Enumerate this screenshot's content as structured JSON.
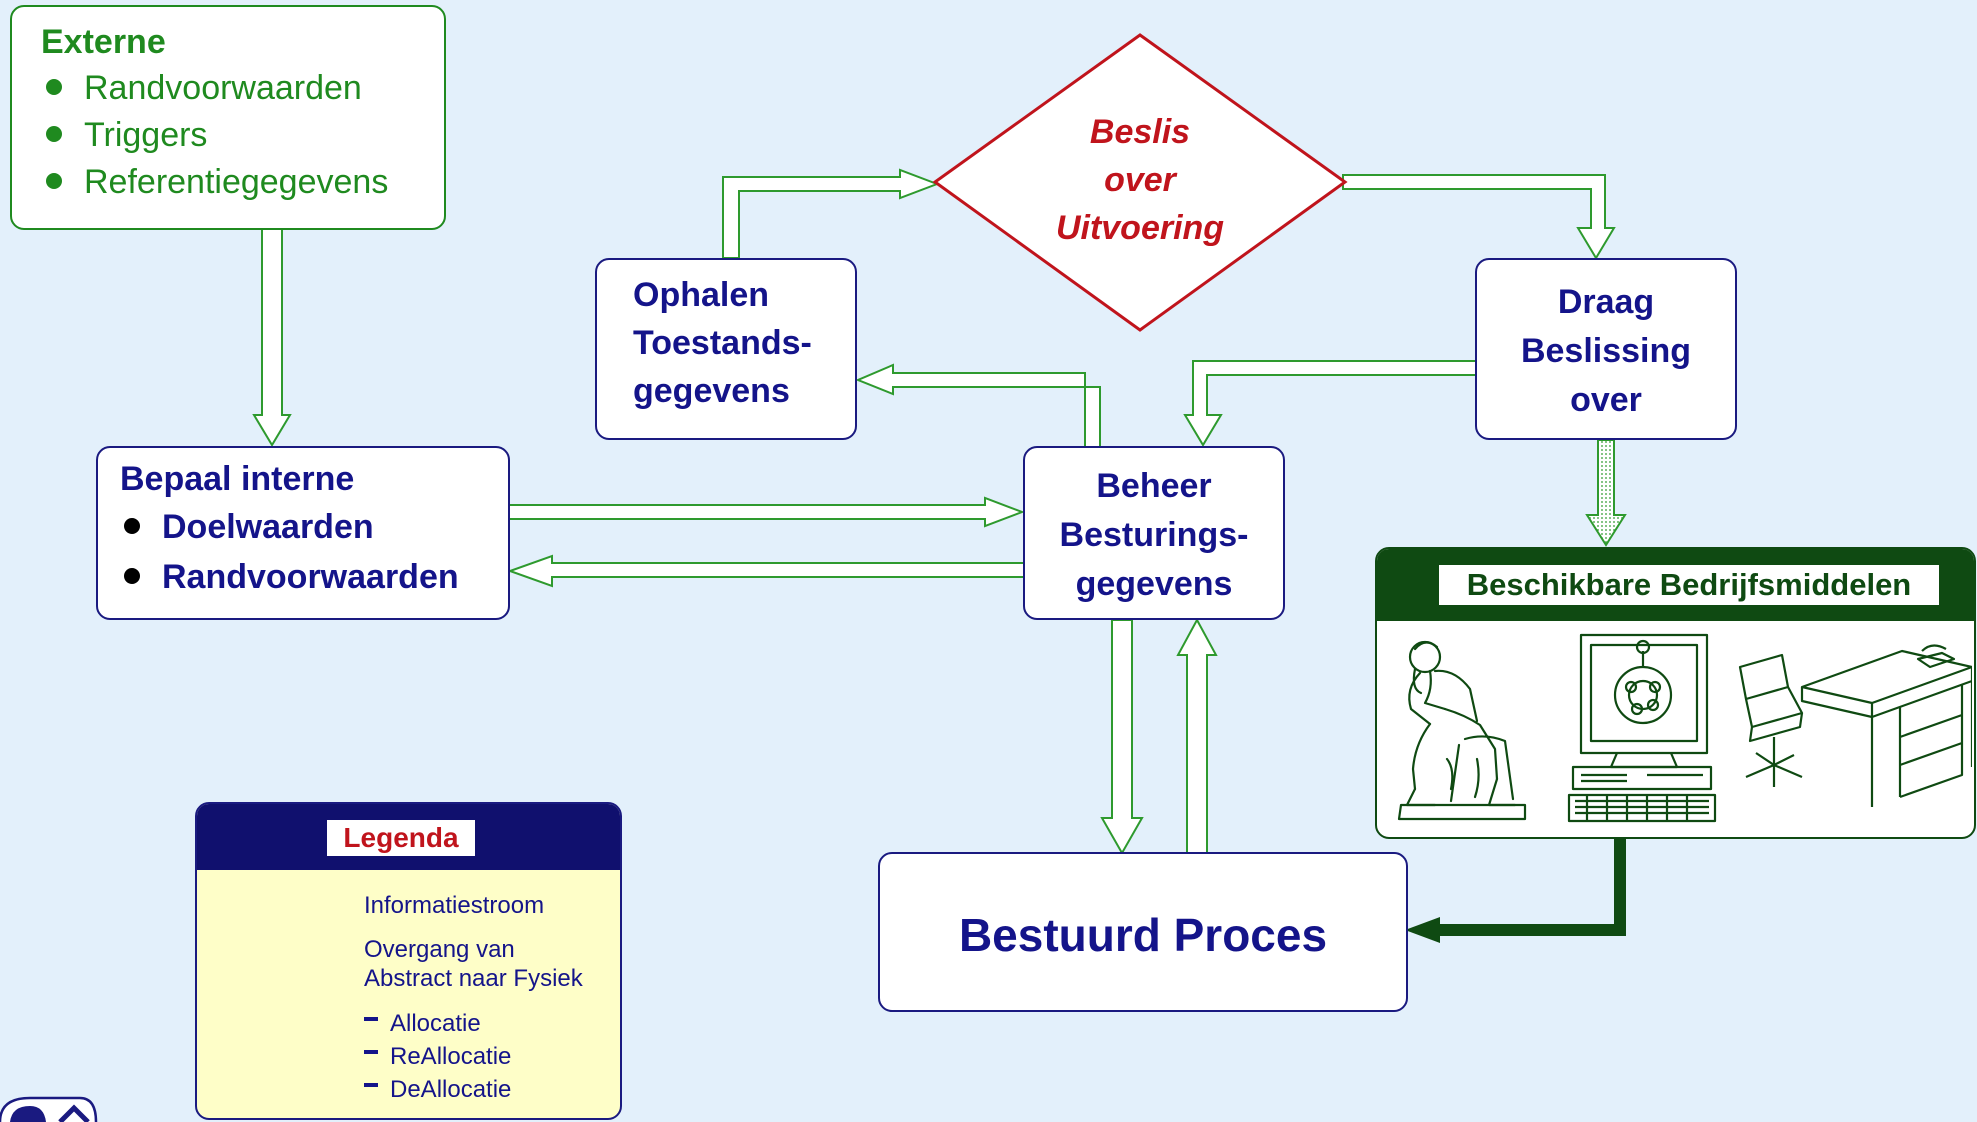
{
  "externe": {
    "title": "Externe",
    "items": [
      "Randvoorwaarden",
      "Triggers",
      "Referentiegegevens"
    ]
  },
  "bepaal": {
    "title": "Bepaal interne",
    "items": [
      "Doelwaarden",
      "Randvoorwaarden"
    ]
  },
  "ophalen": {
    "lines": [
      "Ophalen",
      "Toestands-",
      "gegevens"
    ]
  },
  "beslis": {
    "lines": [
      "Beslis",
      "over",
      "Uitvoering"
    ]
  },
  "draag": {
    "lines": [
      "Draag",
      "Beslissing",
      "over"
    ]
  },
  "beheer": {
    "lines": [
      "Beheer",
      "Besturings-",
      "gegevens"
    ]
  },
  "proces": {
    "label": "Bestuurd Proces"
  },
  "middelen": {
    "title": "Beschikbare Bedrijfsmiddelen",
    "icons": [
      "thinker-statue-icon",
      "computer-icon",
      "office-desk-icon"
    ]
  },
  "legenda": {
    "title": "Legenda",
    "info": "Informatiestroom",
    "overgang1": "Overgang van",
    "overgang2": "Abstract naar Fysiek",
    "allocaties": [
      "Allocatie",
      "ReAllocatie",
      "DeAllocatie"
    ]
  },
  "colors": {
    "background": "#e3f0fb",
    "box_border": "#1a1a80",
    "text_blue": "#14148a",
    "text_green": "#1f8a1f",
    "arrow_green": "#2e9a2e",
    "dark_green": "#0f4a12",
    "red": "#c0141c",
    "legend_bg": "#fefec8"
  }
}
